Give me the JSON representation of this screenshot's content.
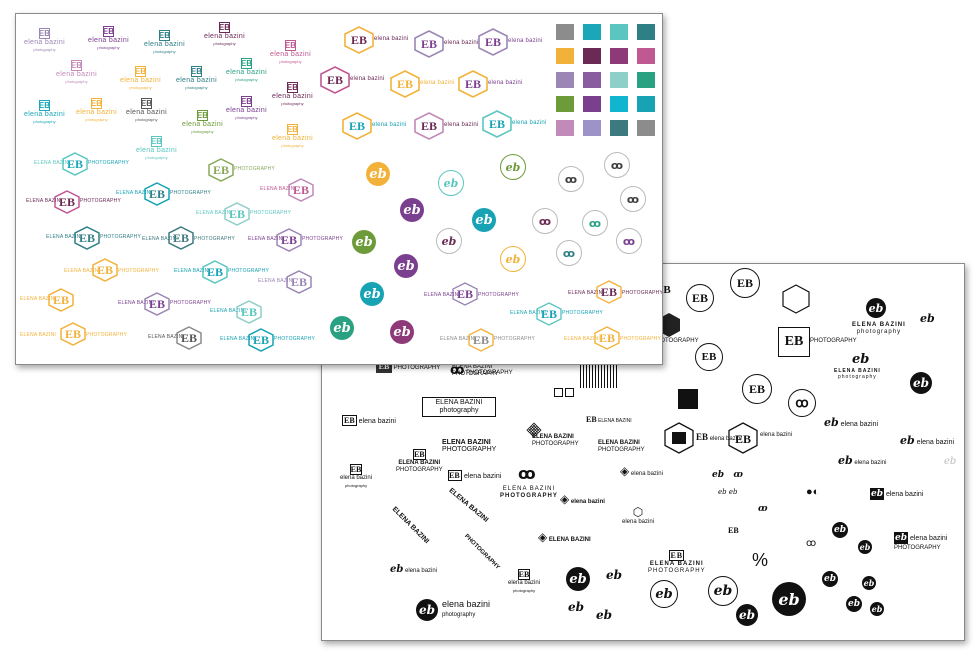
{
  "brand": {
    "monogram": "EB",
    "name_lower": "elena bazini",
    "tagline_lower": "photography",
    "name_upper": "ELENA BAZINI",
    "tagline_upper": "PHOTOGRAPHY",
    "script_glyph": "eb",
    "percent_glyph": "%",
    "infinity_glyph": "ꝏ"
  },
  "palette": [
    [
      "#8c8c8c",
      "#1aa7b8",
      "#5bc6c0",
      "#2f7f86"
    ],
    [
      "#f2b23a",
      "#6b2a55",
      "#8e3a78",
      "#c05892"
    ],
    [
      "#9b86b5",
      "#8a5da0",
      "#8fcfc9",
      "#2aa183"
    ],
    [
      "#6e9b3a",
      "#7a3f8e",
      "#12b5cf",
      "#17a3b4"
    ],
    [
      "#c18ab8",
      "#9e93c9",
      "#3d7a80",
      "#8c8c8c"
    ]
  ],
  "colors": {
    "purple": "#7a3f8e",
    "plum": "#6b2a55",
    "gold": "#f2b23a",
    "teal": "#1aa7b8",
    "mint": "#5bc6c0",
    "green": "#6e9b3a",
    "sage": "#8aa85a",
    "lilac": "#9b86b5",
    "pink": "#c18ab8",
    "gray": "#8c8c8c",
    "black": "#111111"
  }
}
